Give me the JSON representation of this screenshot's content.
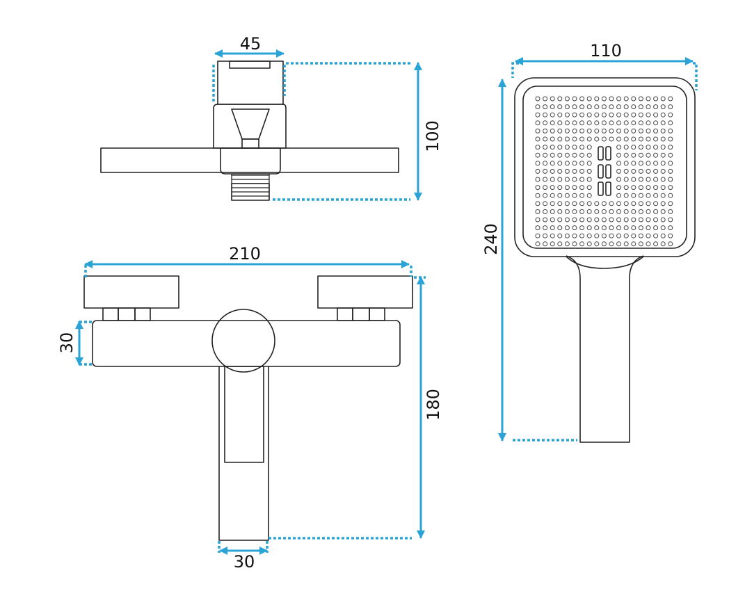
{
  "colors": {
    "dimension": "#2aa3d6",
    "outline": "#222222",
    "background": "#ffffff"
  },
  "dimensions": {
    "top_width": "45",
    "top_height": "100",
    "front_width": "210",
    "body_height": "30",
    "spout_width": "30",
    "total_height": "180",
    "head_width": "110",
    "shower_length": "240"
  }
}
